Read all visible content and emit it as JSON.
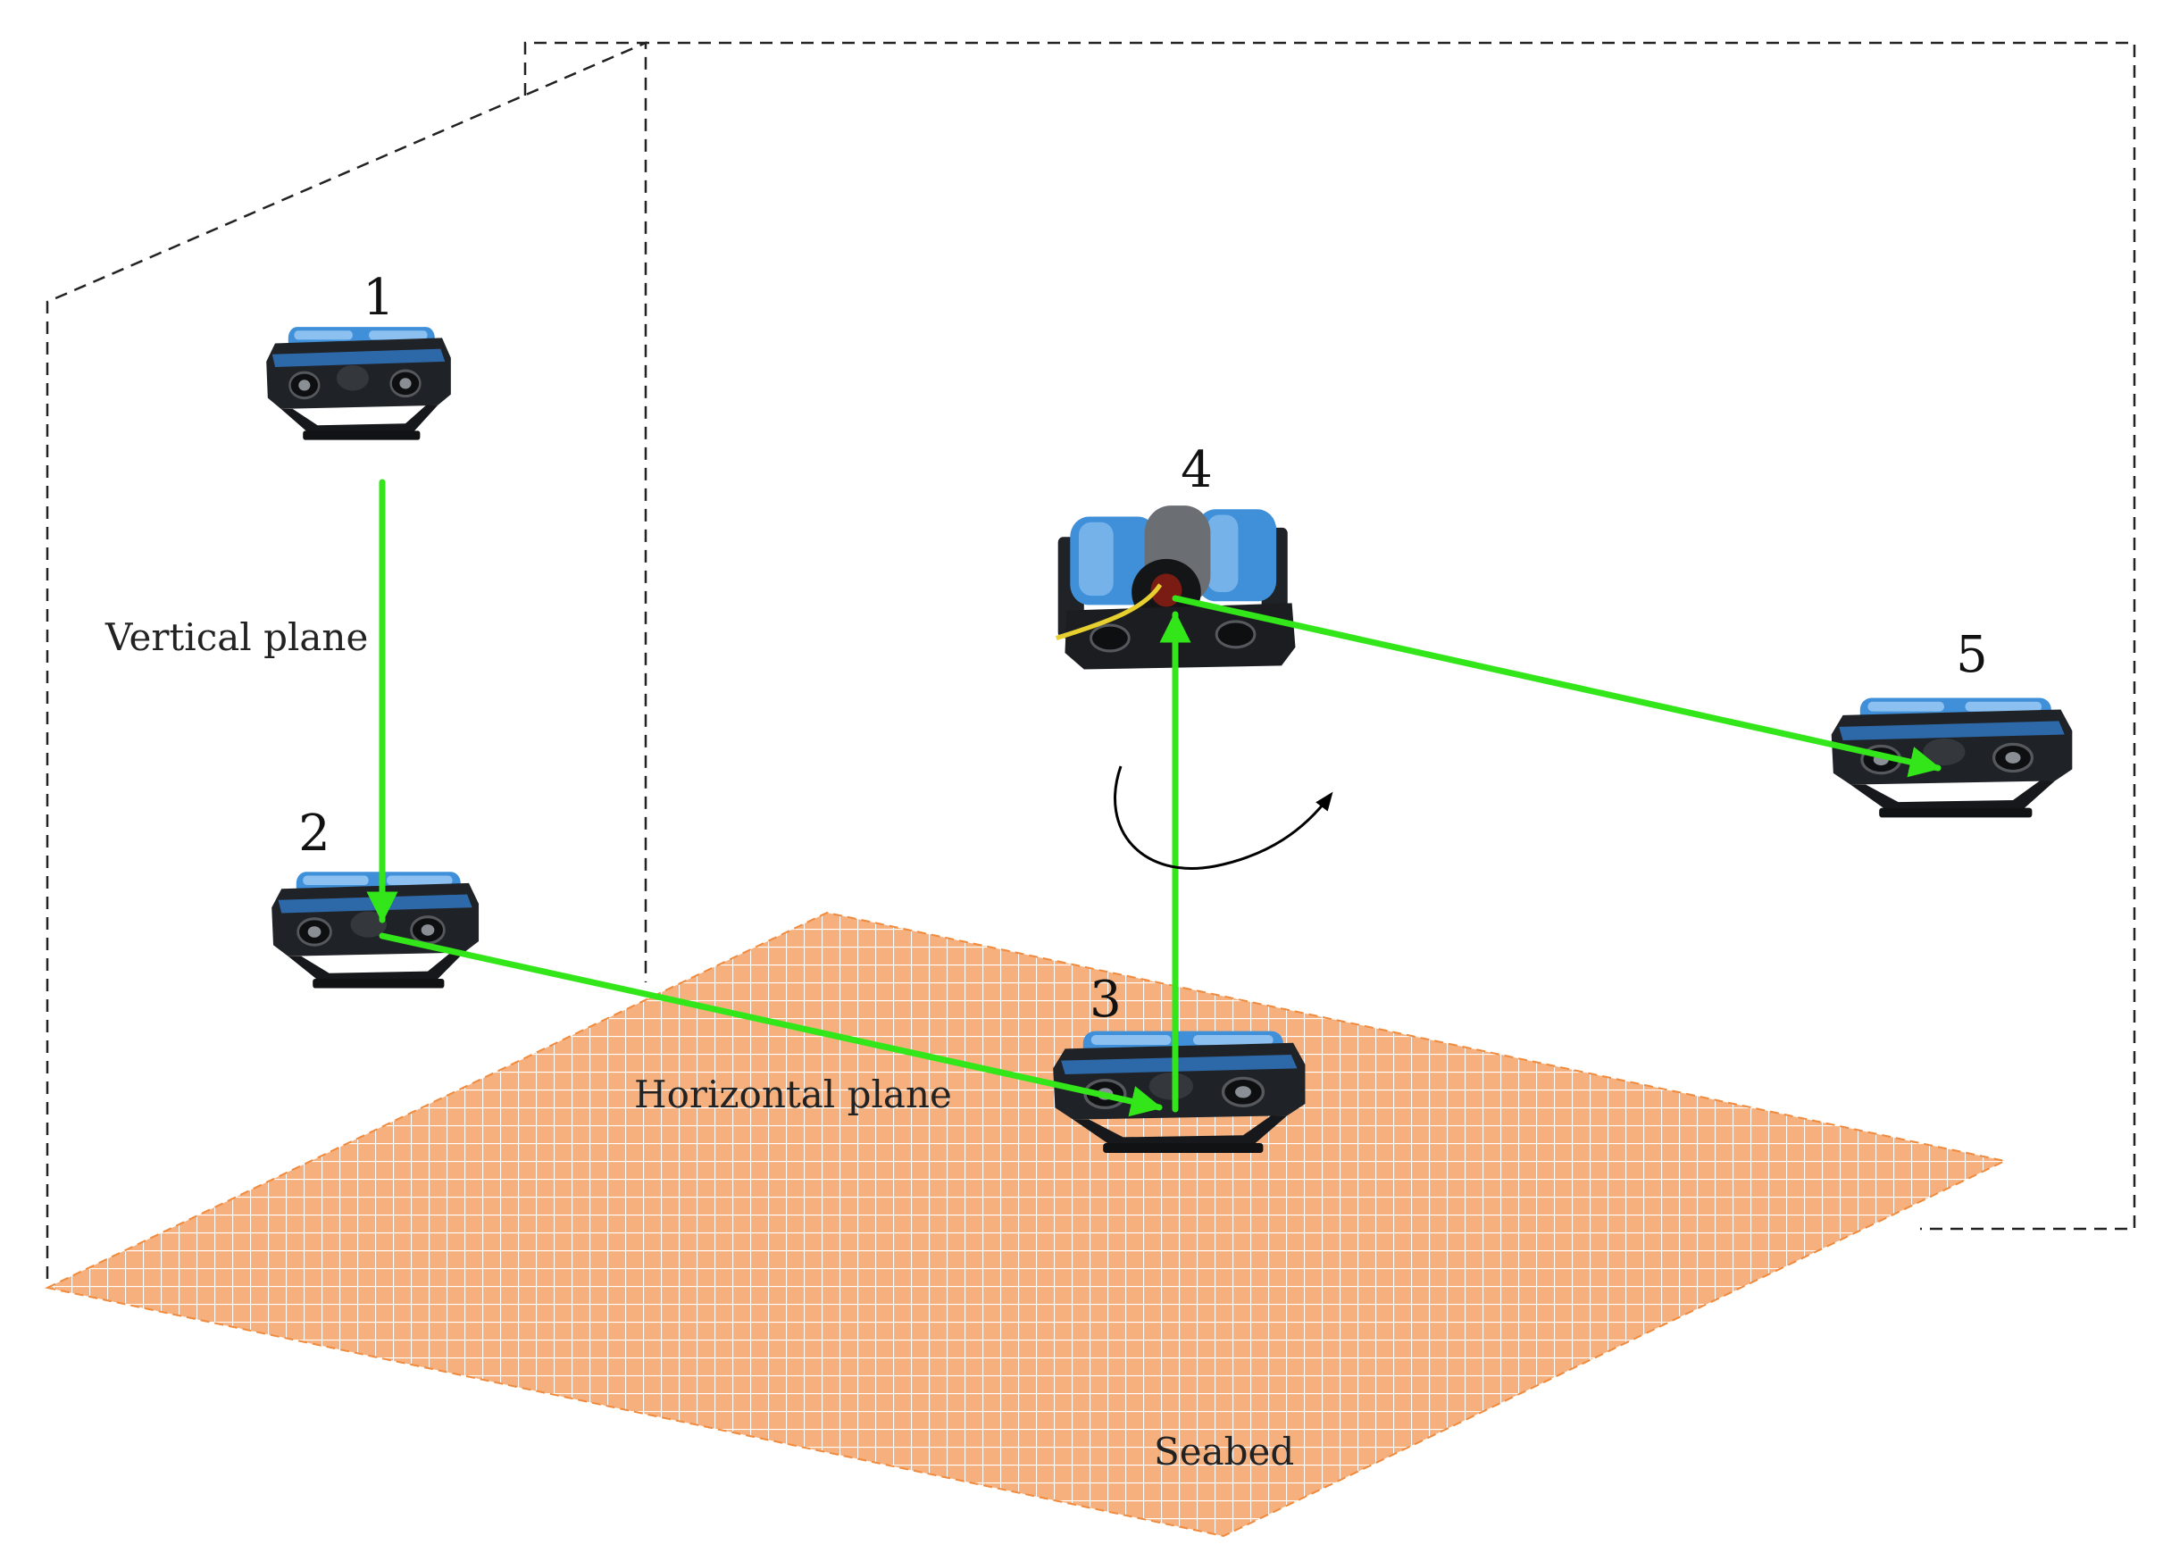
{
  "labels": {
    "vertical_plane": "Vertical plane",
    "horizontal_plane": "Horizontal plane",
    "seabed": "Seabed"
  },
  "positions": [
    "1",
    "2",
    "3",
    "4",
    "5"
  ],
  "colors": {
    "path": "#33e61a",
    "seabed_fill": "#f5b07e",
    "seabed_edge": "#f08a3c",
    "grid": "#ffffff",
    "dash": "#222222",
    "rov_frame": "#1b1d21",
    "rov_float": "#3f8fd9",
    "rov_float_highlight": "#8cc0f0",
    "tether": "#e6cf2e"
  },
  "icons": {
    "rov": "underwater-robot-icon",
    "rotation": "rotation-arrow-icon",
    "path_arrow": "arrowhead-icon"
  }
}
